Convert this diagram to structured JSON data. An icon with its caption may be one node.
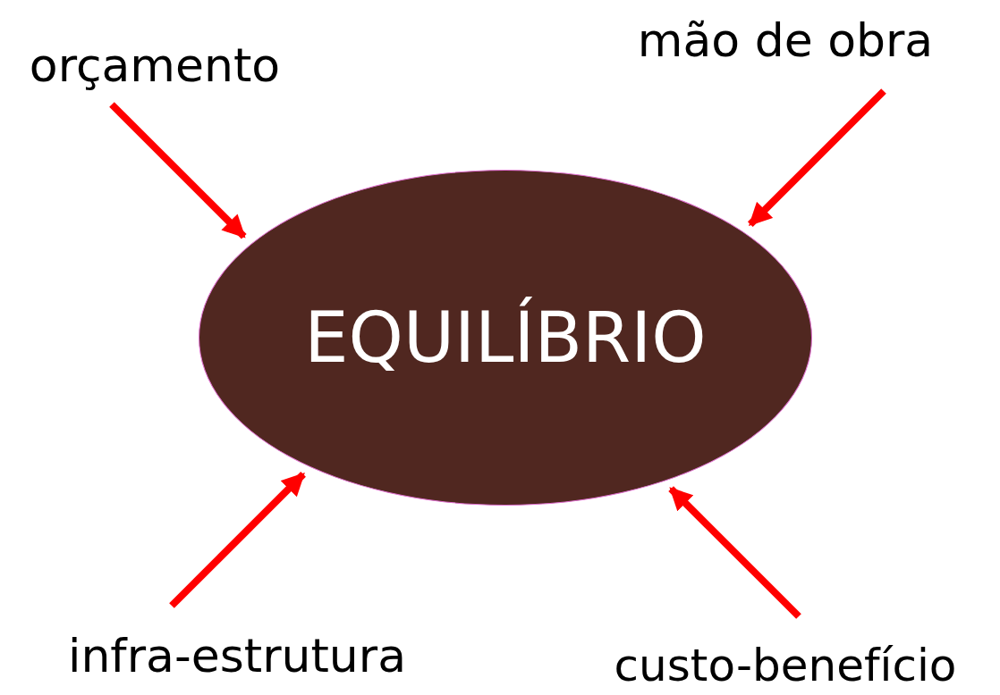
{
  "diagram": {
    "nodes": [
      {
        "text": [
          "EQUILÍBRIO"
        ]
      },
      {
        "text": [
          "orçamento"
        ]
      },
      {
        "text": [
          "mão de obra"
        ]
      },
      {
        "text": [
          "infra-estrutura"
        ]
      },
      {
        "text": [
          "custo-benefício"
        ]
      }
    ],
    "edges": [
      {
        "from": 1,
        "to": 0,
        "arrow": "to"
      },
      {
        "from": 2,
        "to": 0,
        "arrow": "to"
      },
      {
        "from": 3,
        "to": 0,
        "arrow": "to"
      },
      {
        "from": 4,
        "to": 0,
        "arrow": "to"
      }
    ]
  }
}
